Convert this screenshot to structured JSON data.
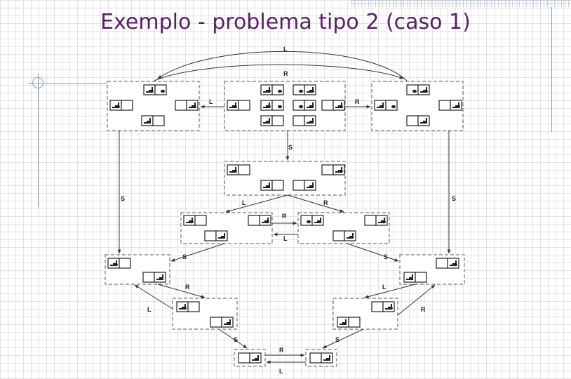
{
  "title": "Exemplo - problema tipo 2 (caso 1)",
  "edge_labels": {
    "l": "L",
    "r": "R",
    "s": "S"
  }
}
